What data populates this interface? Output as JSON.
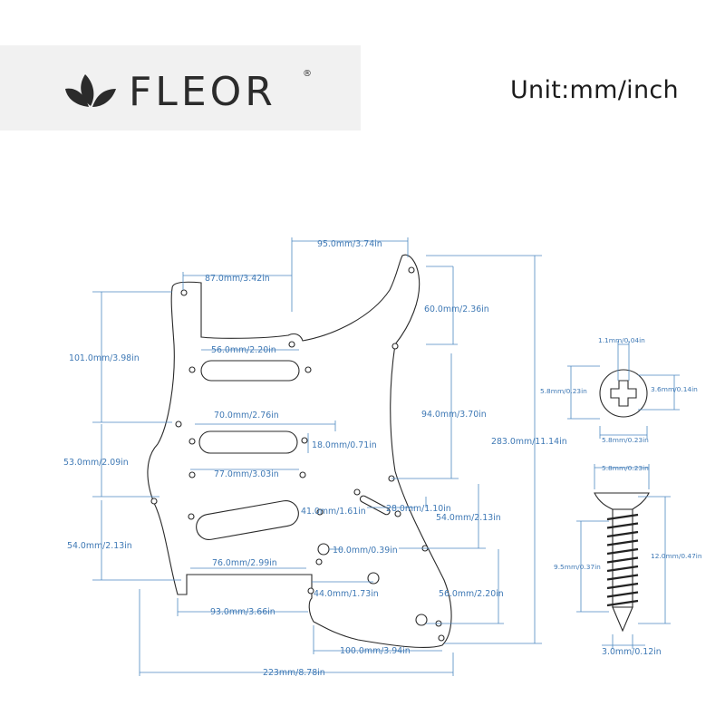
{
  "brand": {
    "name": "FLEOR",
    "registered": "®"
  },
  "unit_label": "Unit:mm/inch",
  "dimensions": {
    "top_width": "95.0mm/3.74in",
    "horn_width": "87.0mm/3.42in",
    "upper_right_height": "60.0mm/2.36in",
    "left_upper_height": "101.0mm/3.98in",
    "neck_pickup_width": "56.0mm/2.20in",
    "middle_right_height": "94.0mm/3.70in",
    "middle_pickup_width": "70.0mm/2.76in",
    "pickup_height": "18.0mm/0.71in",
    "overall_height": "283.0mm/11.14in",
    "middle_spacing_width": "77.0mm/3.03in",
    "left_middle_height": "53.0mm/2.09in",
    "switch_slot_width": "41.0mm/1.61in",
    "switch_slot_length": "28.0mm/1.10in",
    "lower_right_height_a": "54.0mm/2.13in",
    "left_lower_height": "54.0mm/2.13in",
    "knob_hole": "10.0mm/0.39in",
    "bottom_cut_width": "76.0mm/2.99in",
    "jack_offset": "44.0mm/1.73in",
    "lower_right_height_b": "56.0mm/2.20in",
    "lower_width": "93.0mm/3.66in",
    "bottom_right_width": "100.0mm/3.94in",
    "overall_width": "223mm/8.78in"
  },
  "screw_head": {
    "slot_width": "1.1mm/0.04in",
    "left_size": "5.8mm/0.23in",
    "right_size": "3.6mm/0.14in",
    "diameter": "5.8mm/0.23in"
  },
  "screw": {
    "head_width": "5.8mm/0.23in",
    "thread_length": "9.5mm/0.37in",
    "total_length": "12.0mm/0.47in",
    "shank_width": "3.0mm/0.12in"
  }
}
